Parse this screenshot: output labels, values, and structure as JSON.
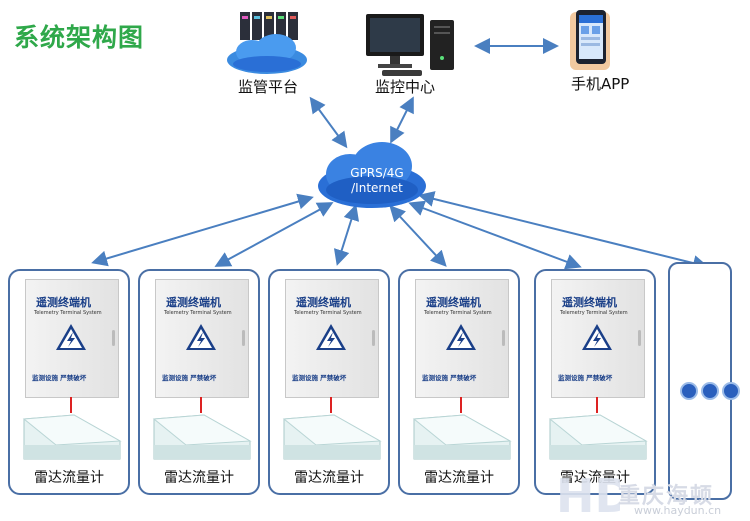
{
  "title": "系统架构图",
  "nodes": {
    "platform": "监管平台",
    "control_center": "监控中心",
    "mobile_app": "手机APP",
    "network": [
      "GPRS/4G",
      "/Internet"
    ]
  },
  "cabinet": {
    "header": "遥测终端机",
    "subheader": "Telemetry Terminal System",
    "footer": "监测设施  严禁破坏"
  },
  "units": [
    {
      "label": "雷达流量计"
    },
    {
      "label": "雷达流量计"
    },
    {
      "label": "雷达流量计"
    },
    {
      "label": "雷达流量计"
    },
    {
      "label": "雷达流量计"
    }
  ],
  "watermark": {
    "name": "重庆海顿",
    "url": "www.haydun.cn"
  },
  "colors": {
    "title": "#2fa84a",
    "cloud": "#2a6fd6",
    "arrow": "#4a7fc0",
    "border": "#4a6fa5"
  }
}
